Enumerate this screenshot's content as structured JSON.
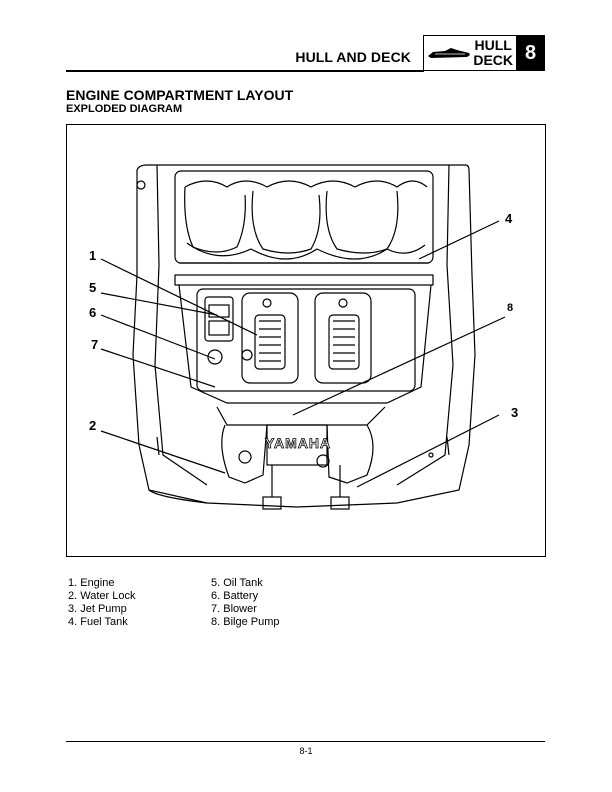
{
  "header": {
    "section_title": "HULL AND DECK",
    "tab_line1": "HULL",
    "tab_line2": "DECK",
    "chapter_number": "8"
  },
  "content": {
    "title": "ENGINE COMPARTMENT LAYOUT",
    "subtitle": "EXPLODED DIAGRAM"
  },
  "diagram": {
    "brand_text": "YAMAHA",
    "callouts": [
      {
        "id": "1",
        "label": "1"
      },
      {
        "id": "2",
        "label": "2"
      },
      {
        "id": "3",
        "label": "3"
      },
      {
        "id": "4",
        "label": "4"
      },
      {
        "id": "5",
        "label": "5"
      },
      {
        "id": "6",
        "label": "6"
      },
      {
        "id": "7",
        "label": "7"
      },
      {
        "id": "8",
        "label": "8"
      }
    ]
  },
  "legend": {
    "left": [
      "1. Engine",
      "2. Water Lock",
      "3. Jet Pump",
      "4. Fuel Tank"
    ],
    "right": [
      "5. Oil Tank",
      "6. Battery",
      "7. Blower",
      "8. Bilge Pump"
    ]
  },
  "footer": {
    "page_number": "8-1"
  }
}
